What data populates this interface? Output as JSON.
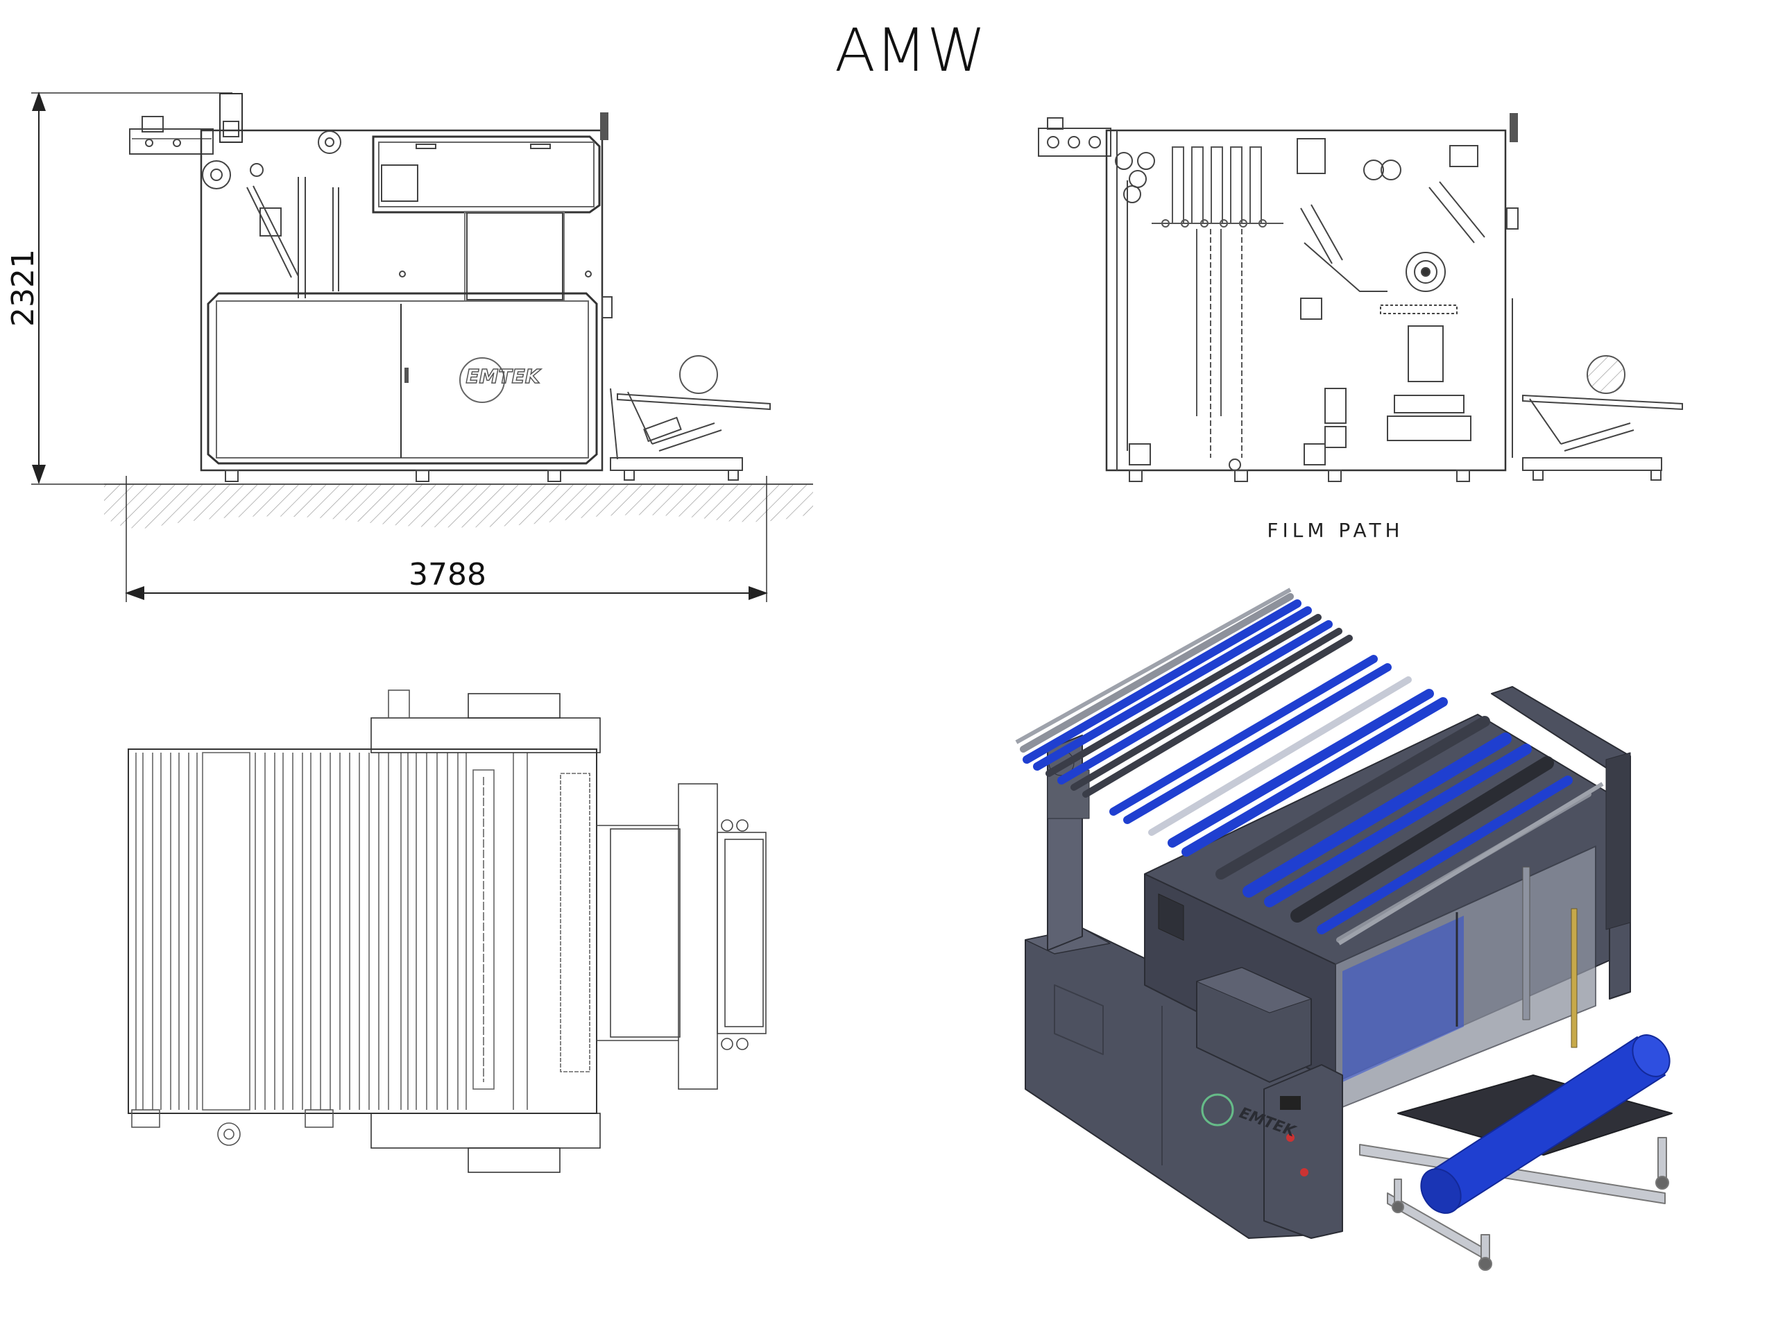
{
  "drawing": {
    "title": "AMW",
    "dimensions": {
      "height": "2321",
      "width": "3788"
    },
    "views": {
      "side_elevation": {
        "logo_text": "EMTEK"
      },
      "film_path": {
        "caption": "FILM PATH"
      },
      "top_plan": {},
      "isometric": {
        "logo_text": "EMTEK"
      }
    }
  },
  "colors": {
    "line": "#444444",
    "thin_line": "#777777",
    "blue_roller": "#1f3fd0",
    "dark_roller": "#3a3d48",
    "housing": "#4d5160",
    "housing_dark": "#383b47",
    "frame_light": "#b9bcc4"
  }
}
